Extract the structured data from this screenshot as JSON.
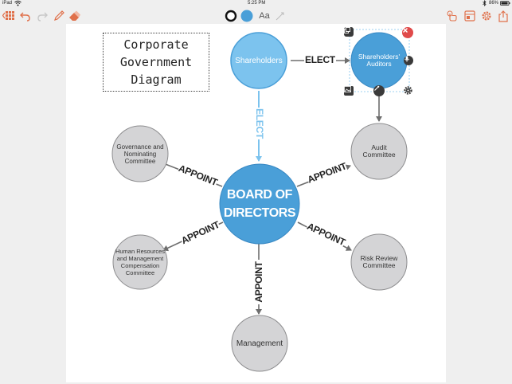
{
  "status_bar": {
    "device": "iPad",
    "time": "5:25 PM",
    "battery": "86%"
  },
  "toolbar": {
    "text_format_label": "Aa"
  },
  "colors": {
    "accent": "#e0704a",
    "node_blue": "#4a9fd8",
    "node_light_blue": "#7cc3ee",
    "node_gray": "#d4d4d6",
    "delete_red": "#e04a4a"
  },
  "diagram": {
    "title": "Corporate\nGovernment\nDiagram",
    "nodes": {
      "shareholders": "Shareholders",
      "auditors": "Shareholders'\nAuditors",
      "board": "BOARD OF\nDIRECTORS",
      "governance": "Governance and\nNominating\nCommittee",
      "audit": "Audit\nCommittee",
      "hr": "Human Resources\nand Management\nCompensation\nCommittee",
      "risk": "Risk Review\nCommittee",
      "management": "Management"
    },
    "links": {
      "elect_auditors": "ELECT",
      "elect_board": "ELECT",
      "appoint_governance": "APPOINT",
      "appoint_audit": "APPOINT",
      "appoint_hr": "APPOINT",
      "appoint_risk": "APPOINT",
      "appoint_management": "APPOINT"
    }
  }
}
